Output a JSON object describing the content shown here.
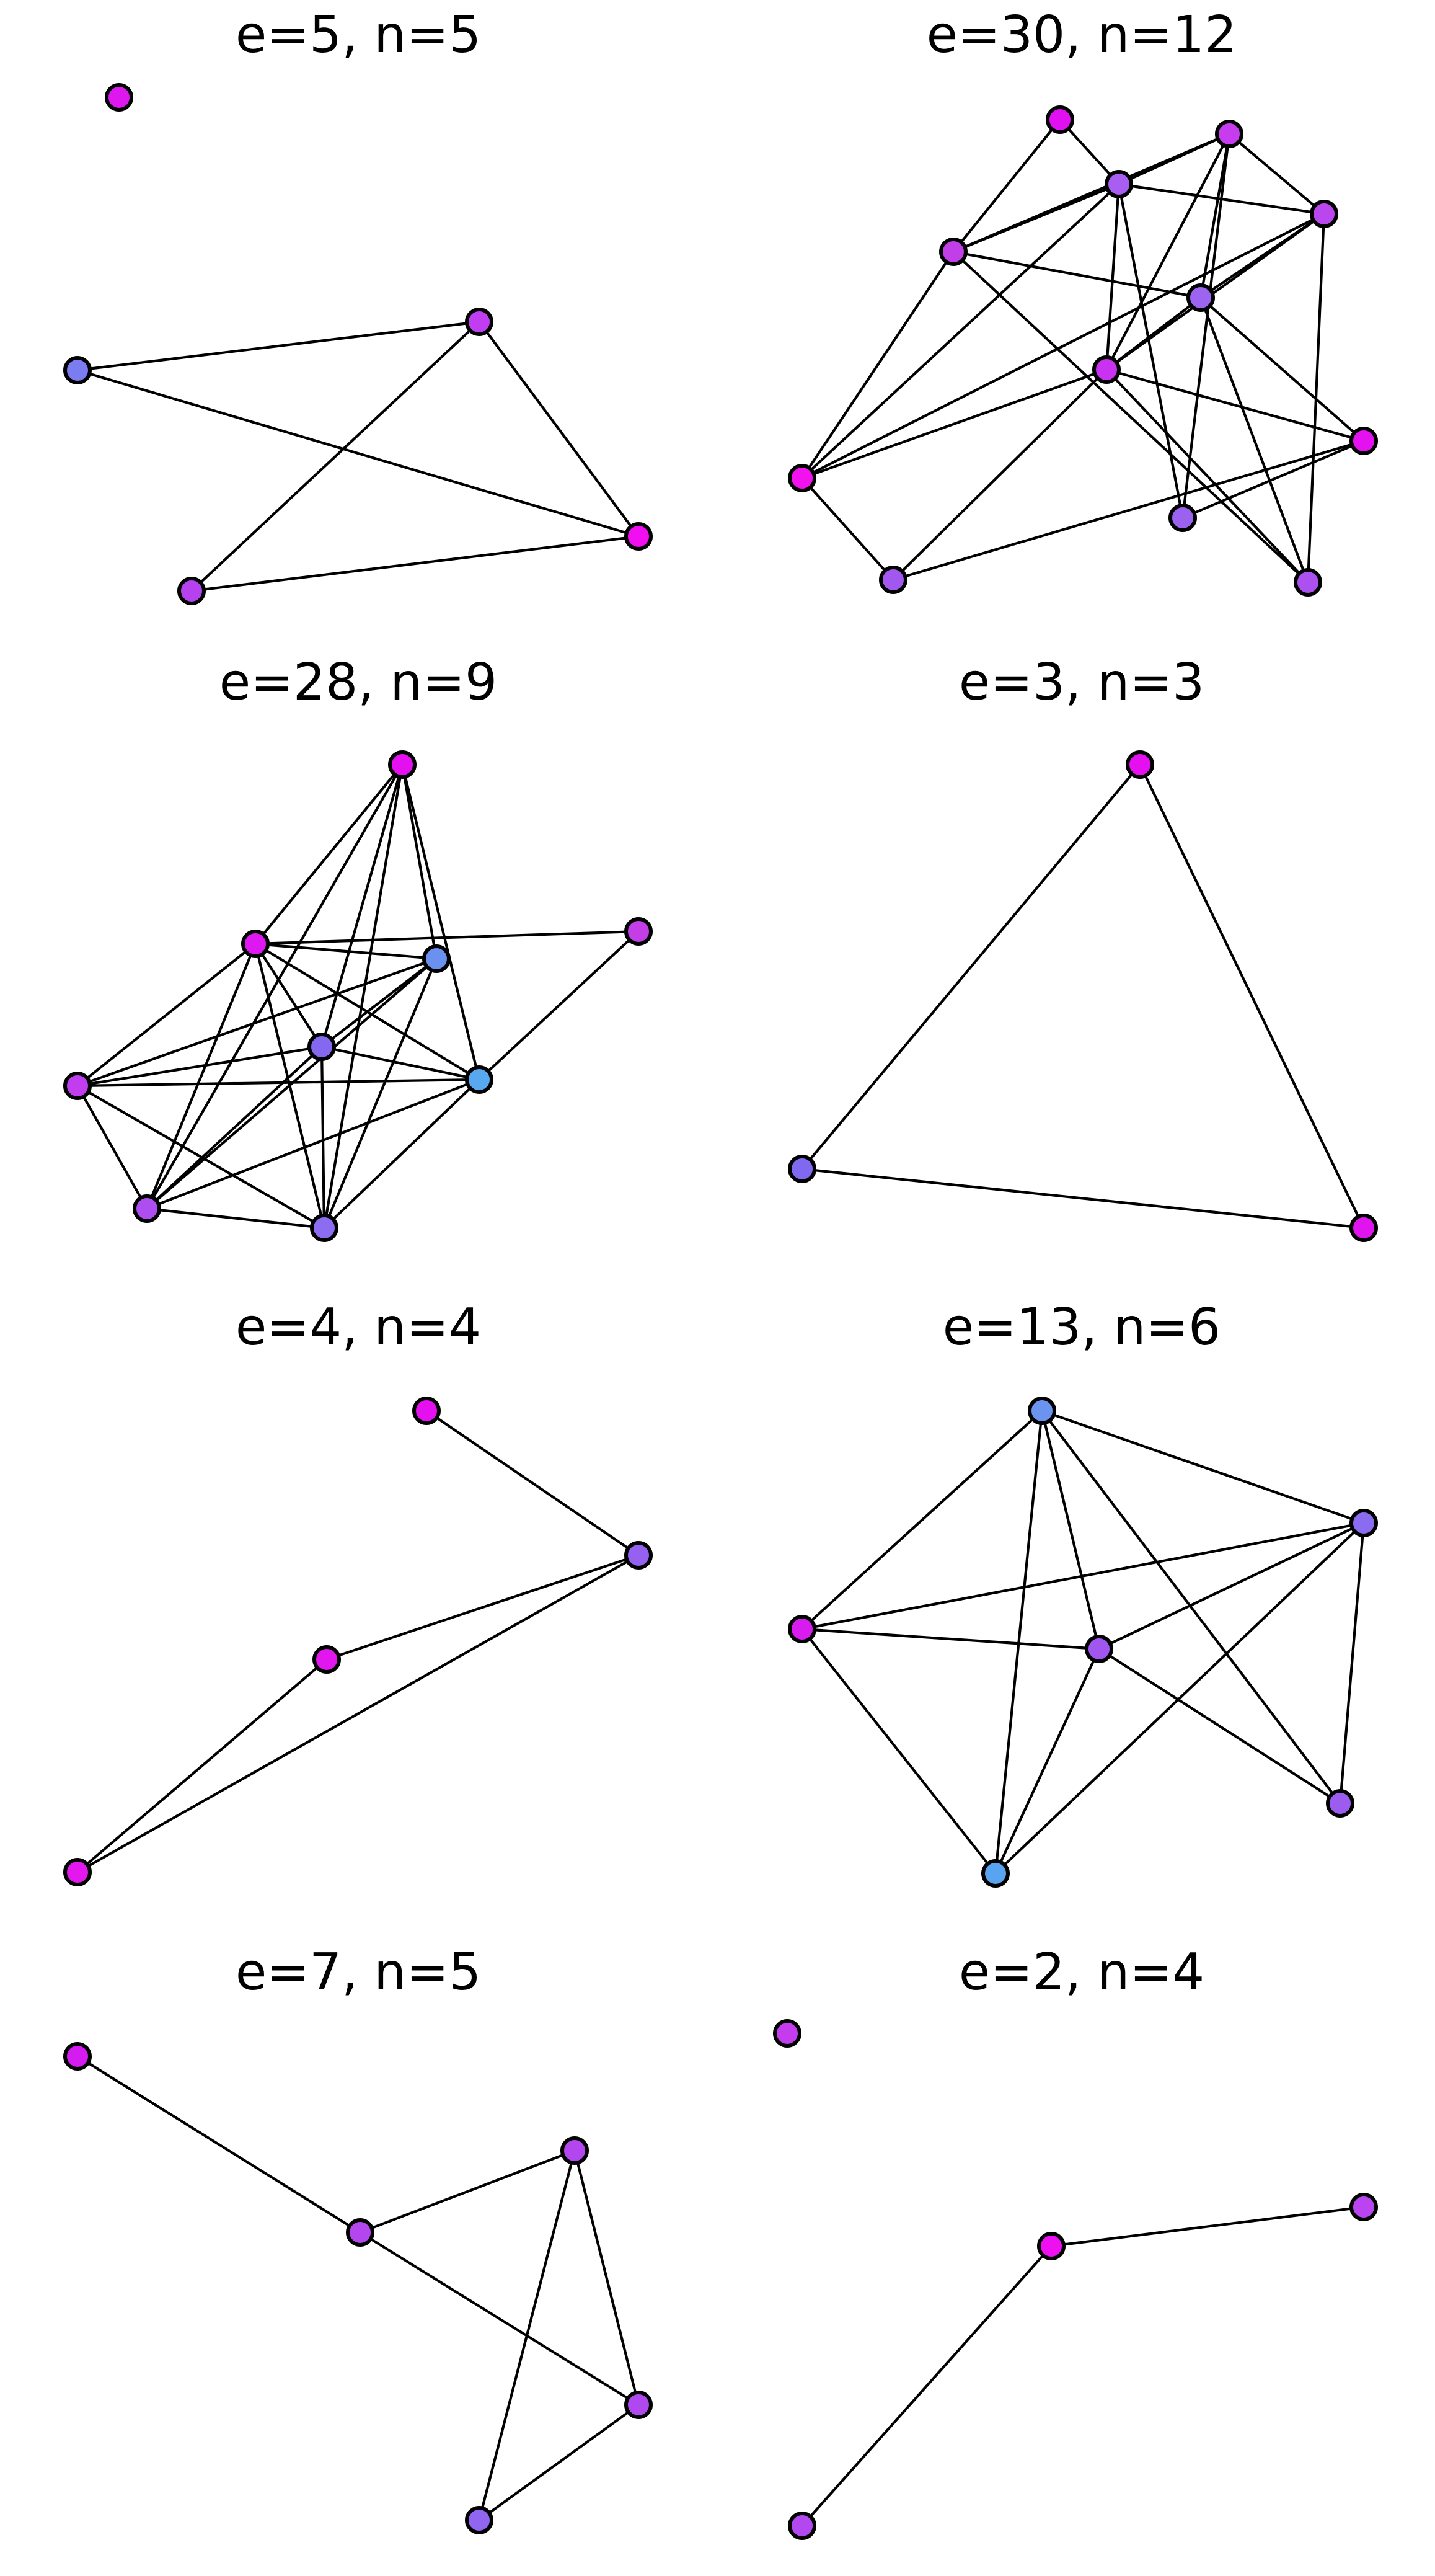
{
  "graphs": [
    {
      "title": "e=5, n=5",
      "nodes": [
        {
          "id": "a",
          "color": "#dd18ee"
        },
        {
          "id": "b",
          "color": "#7b7cf0"
        },
        {
          "id": "c",
          "color": "#c13df0"
        },
        {
          "id": "d",
          "color": "#b542ee"
        },
        {
          "id": "e",
          "color": "#f10ef0"
        }
      ],
      "edges": [
        [
          "b",
          "c"
        ],
        [
          "b",
          "e"
        ],
        [
          "c",
          "e"
        ],
        [
          "c",
          "d"
        ],
        [
          "d",
          "e"
        ]
      ]
    },
    {
      "title": "e=30, n=12",
      "nodes": [
        {
          "id": "a",
          "color": "#e010f0"
        },
        {
          "id": "b",
          "color": "#a85ef0"
        },
        {
          "id": "c",
          "color": "#c83cf0"
        },
        {
          "id": "d",
          "color": "#ba46ee"
        },
        {
          "id": "e",
          "color": "#c23ee8"
        },
        {
          "id": "f",
          "color": "#9c64f0"
        },
        {
          "id": "g",
          "color": "#c832f0"
        },
        {
          "id": "h",
          "color": "#e412f0"
        },
        {
          "id": "i",
          "color": "#f212ee"
        },
        {
          "id": "j",
          "color": "#9a62ee"
        },
        {
          "id": "k",
          "color": "#a258ee"
        },
        {
          "id": "l",
          "color": "#ac50f0"
        }
      ],
      "edges": [
        [
          "a",
          "b"
        ],
        [
          "a",
          "e"
        ],
        [
          "b",
          "c"
        ],
        [
          "b",
          "d"
        ],
        [
          "b",
          "e"
        ],
        [
          "b",
          "g"
        ],
        [
          "b",
          "i"
        ],
        [
          "b",
          "j"
        ],
        [
          "c",
          "d"
        ],
        [
          "c",
          "e"
        ],
        [
          "c",
          "f"
        ],
        [
          "c",
          "g"
        ],
        [
          "c",
          "j"
        ],
        [
          "d",
          "f"
        ],
        [
          "d",
          "g"
        ],
        [
          "d",
          "i"
        ],
        [
          "d",
          "l"
        ],
        [
          "e",
          "f"
        ],
        [
          "e",
          "i"
        ],
        [
          "e",
          "l"
        ],
        [
          "f",
          "g"
        ],
        [
          "f",
          "h"
        ],
        [
          "f",
          "l"
        ],
        [
          "g",
          "h"
        ],
        [
          "g",
          "i"
        ],
        [
          "g",
          "l"
        ],
        [
          "g",
          "k"
        ],
        [
          "h",
          "j"
        ],
        [
          "h",
          "k"
        ],
        [
          "i",
          "k"
        ]
      ]
    },
    {
      "title": "e=28, n=9",
      "nodes": [
        {
          "id": "a",
          "color": "#e410f0"
        },
        {
          "id": "b",
          "color": "#dd18f0"
        },
        {
          "id": "c",
          "color": "#6a90f0"
        },
        {
          "id": "d",
          "color": "#c43ee8"
        },
        {
          "id": "e",
          "color": "#8468f0"
        },
        {
          "id": "f",
          "color": "#c03ef0"
        },
        {
          "id": "g",
          "color": "#58a8f0"
        },
        {
          "id": "h",
          "color": "#ae4ef0"
        },
        {
          "id": "i",
          "color": "#8c6cf0"
        }
      ],
      "edges": [
        [
          "a",
          "b"
        ],
        [
          "a",
          "e"
        ],
        [
          "a",
          "h"
        ],
        [
          "a",
          "g"
        ],
        [
          "a",
          "c"
        ],
        [
          "a",
          "i"
        ],
        [
          "b",
          "c"
        ],
        [
          "b",
          "d"
        ],
        [
          "b",
          "e"
        ],
        [
          "b",
          "f"
        ],
        [
          "b",
          "g"
        ],
        [
          "b",
          "h"
        ],
        [
          "b",
          "i"
        ],
        [
          "c",
          "f"
        ],
        [
          "c",
          "h"
        ],
        [
          "c",
          "i"
        ],
        [
          "c",
          "e"
        ],
        [
          "d",
          "g"
        ],
        [
          "e",
          "f"
        ],
        [
          "e",
          "g"
        ],
        [
          "e",
          "h"
        ],
        [
          "e",
          "i"
        ],
        [
          "f",
          "g"
        ],
        [
          "f",
          "h"
        ],
        [
          "f",
          "i"
        ],
        [
          "g",
          "h"
        ],
        [
          "g",
          "i"
        ],
        [
          "h",
          "i"
        ]
      ]
    },
    {
      "title": "e=3, n=3",
      "nodes": [
        {
          "id": "a",
          "color": "#e410f0"
        },
        {
          "id": "b",
          "color": "#8068f0"
        },
        {
          "id": "c",
          "color": "#e014ee"
        }
      ],
      "edges": [
        [
          "a",
          "b"
        ],
        [
          "a",
          "c"
        ],
        [
          "b",
          "c"
        ]
      ]
    },
    {
      "title": "e=4, n=4",
      "nodes": [
        {
          "id": "a",
          "color": "#e410f0"
        },
        {
          "id": "b",
          "color": "#9660f0"
        },
        {
          "id": "c",
          "color": "#e216ee"
        },
        {
          "id": "d",
          "color": "#e418ee"
        }
      ],
      "edges": [
        [
          "a",
          "b"
        ],
        [
          "b",
          "c"
        ],
        [
          "b",
          "d"
        ],
        [
          "c",
          "d"
        ]
      ]
    },
    {
      "title": "e=13, n=6",
      "nodes": [
        {
          "id": "a",
          "color": "#6a94f0"
        },
        {
          "id": "b",
          "color": "#8a6cf0"
        },
        {
          "id": "c",
          "color": "#d81cf0"
        },
        {
          "id": "d",
          "color": "#a256f0"
        },
        {
          "id": "e",
          "color": "#9c5cf0"
        },
        {
          "id": "f",
          "color": "#58a4f0"
        }
      ],
      "edges": [
        [
          "a",
          "b"
        ],
        [
          "a",
          "c"
        ],
        [
          "a",
          "d"
        ],
        [
          "a",
          "e"
        ],
        [
          "a",
          "f"
        ],
        [
          "b",
          "c"
        ],
        [
          "b",
          "d"
        ],
        [
          "b",
          "e"
        ],
        [
          "b",
          "f"
        ],
        [
          "c",
          "d"
        ],
        [
          "c",
          "f"
        ],
        [
          "d",
          "f"
        ],
        [
          "d",
          "e"
        ]
      ]
    },
    {
      "title": "e=7, n=5",
      "nodes": [
        {
          "id": "a",
          "color": "#d41cf0"
        },
        {
          "id": "b",
          "color": "#b446f0"
        },
        {
          "id": "c",
          "color": "#b446ee"
        },
        {
          "id": "d",
          "color": "#b048f0"
        },
        {
          "id": "e",
          "color": "#9066f0"
        }
      ],
      "edges": [
        [
          "a",
          "c"
        ],
        [
          "b",
          "c"
        ],
        [
          "b",
          "d"
        ],
        [
          "b",
          "e"
        ],
        [
          "c",
          "d"
        ],
        [
          "d",
          "e"
        ]
      ]
    },
    {
      "title": "e=2, n=4",
      "nodes": [
        {
          "id": "a",
          "color": "#c43cee"
        },
        {
          "id": "b",
          "color": "#ba44f0"
        },
        {
          "id": "c",
          "color": "#ee10f0"
        },
        {
          "id": "d",
          "color": "#b448f0"
        }
      ],
      "edges": [
        [
          "b",
          "c"
        ],
        [
          "c",
          "d"
        ]
      ]
    }
  ]
}
